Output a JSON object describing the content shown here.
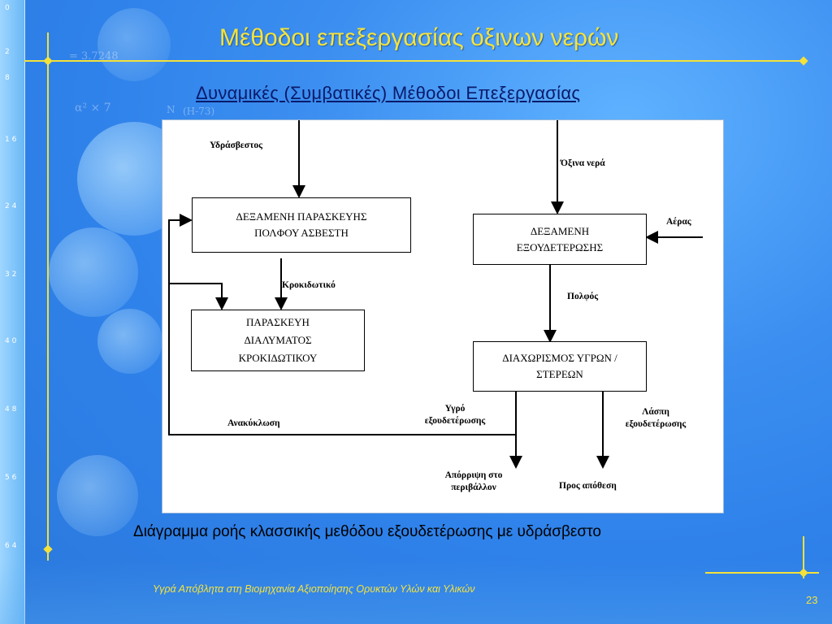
{
  "slide": {
    "title": "Μέθοδοι επεξεργασίας όξινων νερών",
    "subtitle": "Δυναμικές (Συμβατικές) Μέθοδοι Επεξεργασίας",
    "caption": "Διάγραμμα ροής κλασσικής μεθόδου εξουδετέρωσης με υδράσβεστο",
    "footer": "Υγρά Απόβλητα στη Βιομηχανία Αξιοποίησης Ορυκτών Υλών και Υλικών",
    "page_number": "23",
    "background_math": [
      "= 3.7248",
      "α² × 7",
      "N",
      "(H-73)"
    ],
    "ruler_numbers": [
      "0",
      "2",
      "8",
      "1 6",
      "2 4",
      "3 2",
      "4 0",
      "4 8",
      "5 6",
      "6 4"
    ]
  },
  "diagram": {
    "boxes": {
      "lime_tank": [
        "ΔΕΞΑΜΕΝΗ ΠΑΡΑΣΚΕΥΗΣ",
        "ΠΟΛΦΟΥ ΑΣΒΕΣΤΗ"
      ],
      "flocculant_prep": [
        "ΠΑΡΑΣΚΕΥΗ",
        "ΔΙΑΛΥΜΑΤΟΣ",
        "ΚΡΟΚΙΔΩΤΙΚΟΥ"
      ],
      "neutralization_tank": [
        "ΔΕΞΑΜΕΝΗ",
        "ΕΞΟΥΔΕΤΕΡΩΣΗΣ"
      ],
      "separation": [
        "ΔΙΑΧΩΡΙΣΜΟΣ ΥΓΡΩΝ /",
        "ΣΤΕΡΕΩΝ"
      ]
    },
    "labels": {
      "lime": "Υδράσβεστος",
      "acid_water": "Όξινα νερά",
      "air": "Αέρας",
      "flocculant": "Κροκιδωτικό",
      "slurry": "Πολφός",
      "recycling": "Ανακύκλωση",
      "treated_liquid": [
        "Υγρό",
        "εξουδετέρωσης"
      ],
      "sludge": [
        "Λάσπη",
        "εξουδετέρωσης"
      ],
      "discharge": [
        "Απόρριψη στο",
        "περιβάλλον"
      ],
      "disposal": "Προς απόθεση"
    }
  }
}
